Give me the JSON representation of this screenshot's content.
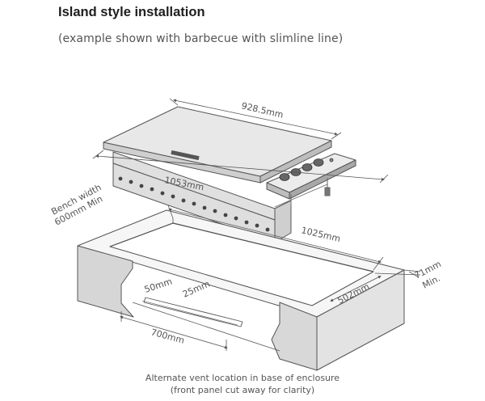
{
  "title": "Island style installation",
  "subtitle": "(example shown with barbecue with slimline line)",
  "dimensions": {
    "width_top": "928.5mm",
    "width_body": "1053mm",
    "bench_line1": "Bench width",
    "bench_line2": "600mm Min",
    "cutout_length": "1025mm",
    "cutout_depth": "502mm",
    "clearance_line1": "71mm",
    "clearance_line2": "Min.",
    "vent_50": "50mm",
    "vent_25": "25mm",
    "vent_700": "700mm"
  },
  "caption": {
    "line1": "Alternate vent location in base of enclosure",
    "line2": "(front panel cut away for clarity)"
  },
  "colors": {
    "line": "#555555",
    "light_fill": "#f4f4f4",
    "mid_fill": "#dcdcdc",
    "dark_fill": "#c8c8c8"
  }
}
